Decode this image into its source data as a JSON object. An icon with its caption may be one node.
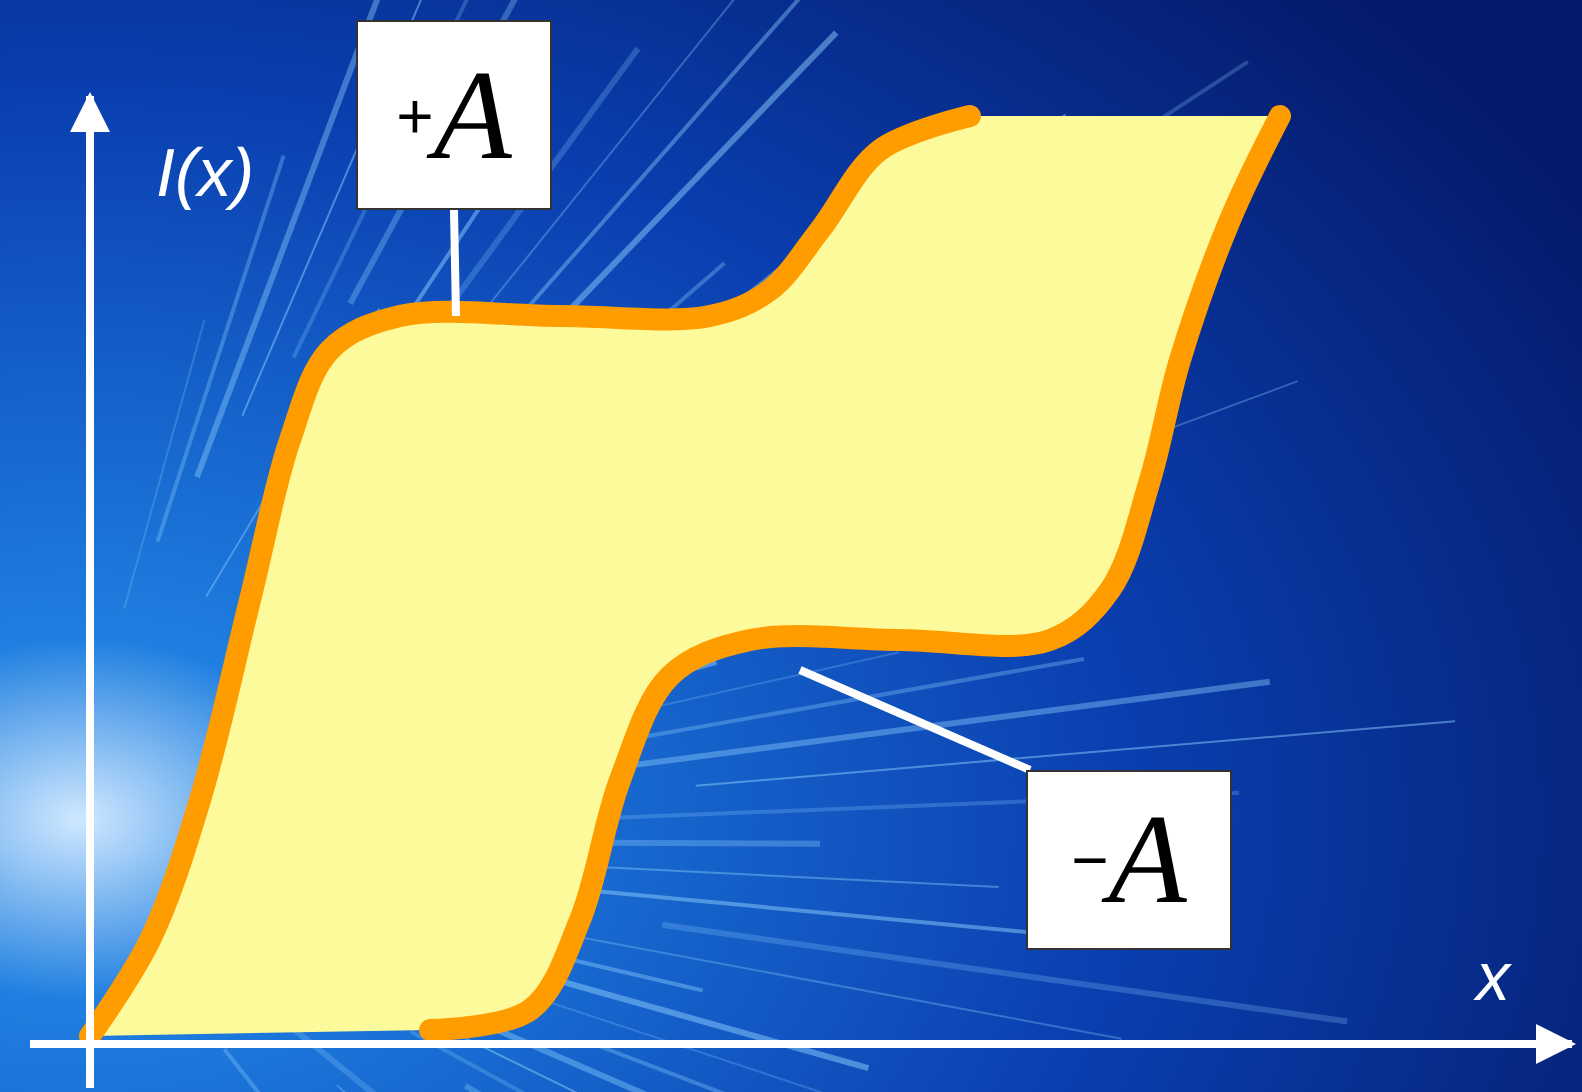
{
  "diagram": {
    "nodes": [
      {
        "text": [
          "$^{+}$*A*"
        ]
      },
      {
        "text": [
          "$^{−}$*A*"
        ]
      }
    ],
    "edges": [
      {
        "from": 0,
        "to": null,
        "arrow": "none"
      },
      {
        "from": 1,
        "to": null,
        "arrow": "none"
      }
    ],
    "labels": [
      "I(x)",
      "x"
    ]
  }
}
